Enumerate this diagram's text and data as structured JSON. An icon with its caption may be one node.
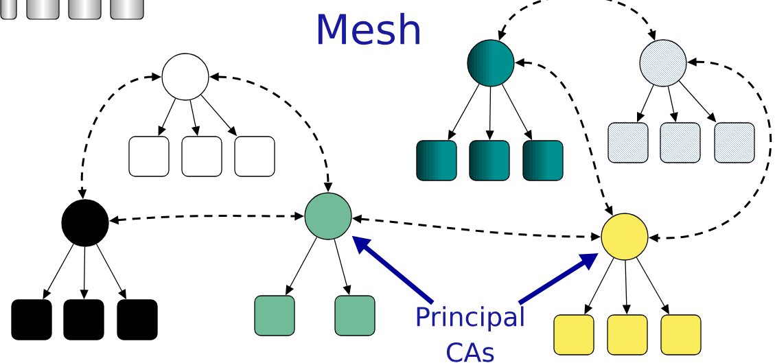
{
  "diagram": {
    "title": "Mesh",
    "nodes": [
      {
        "text": [],
        "shape": "circle"
      },
      {
        "text": [],
        "shape": "box"
      },
      {
        "text": [],
        "shape": "box"
      },
      {
        "text": [],
        "shape": "box"
      },
      {
        "text": [],
        "shape": "circle"
      },
      {
        "text": [],
        "shape": "box"
      },
      {
        "text": [],
        "shape": "box"
      },
      {
        "text": [],
        "shape": "box"
      },
      {
        "text": [],
        "shape": "circle"
      },
      {
        "text": [],
        "shape": "box"
      },
      {
        "text": [],
        "shape": "box"
      },
      {
        "text": [],
        "shape": "circle"
      },
      {
        "text": [],
        "shape": "box"
      },
      {
        "text": [],
        "shape": "box"
      },
      {
        "text": [],
        "shape": "box"
      },
      {
        "text": [],
        "shape": "circle"
      },
      {
        "text": [],
        "shape": "box"
      },
      {
        "text": [],
        "shape": "box"
      },
      {
        "text": [],
        "shape": "box"
      },
      {
        "text": [],
        "shape": "circle"
      },
      {
        "text": [],
        "shape": "box"
      },
      {
        "text": [],
        "shape": "box"
      },
      {
        "text": [],
        "shape": "box"
      },
      {
        "text": [
          "Principal CAs"
        ]
      }
    ],
    "edges": [
      {
        "from": 0,
        "to": 1,
        "arrow": "to"
      },
      {
        "from": 0,
        "to": 2,
        "arrow": "to"
      },
      {
        "from": 0,
        "to": 3,
        "arrow": "to"
      },
      {
        "from": 4,
        "to": 5,
        "arrow": "to"
      },
      {
        "from": 4,
        "to": 6,
        "arrow": "to"
      },
      {
        "from": 4,
        "to": 7,
        "arrow": "to"
      },
      {
        "from": 8,
        "to": 9,
        "arrow": "to"
      },
      {
        "from": 8,
        "to": 10,
        "arrow": "to"
      },
      {
        "from": 11,
        "to": 12,
        "arrow": "to"
      },
      {
        "from": 11,
        "to": 13,
        "arrow": "to"
      },
      {
        "from": 11,
        "to": 14,
        "arrow": "to"
      },
      {
        "from": 15,
        "to": 16,
        "arrow": "to"
      },
      {
        "from": 15,
        "to": 17,
        "arrow": "to"
      },
      {
        "from": 15,
        "to": 18,
        "arrow": "to"
      },
      {
        "from": 19,
        "to": 20,
        "arrow": "to"
      },
      {
        "from": 19,
        "to": 21,
        "arrow": "to"
      },
      {
        "from": 19,
        "to": 22,
        "arrow": "to"
      },
      {
        "from": 0,
        "to": 4,
        "arrow": "both",
        "style": "dashed"
      },
      {
        "from": 0,
        "to": 8,
        "arrow": "both",
        "style": "dashed"
      },
      {
        "from": 4,
        "to": 8,
        "arrow": "both",
        "style": "dashed"
      },
      {
        "from": 8,
        "to": 19,
        "arrow": "both",
        "style": "dashed"
      },
      {
        "from": 11,
        "to": 15,
        "arrow": "both",
        "style": "dashed"
      },
      {
        "from": 11,
        "to": 19,
        "arrow": "both",
        "style": "dashed"
      },
      {
        "from": 15,
        "to": 19,
        "arrow": "both",
        "style": "dashed"
      },
      {
        "from": 23,
        "to": 8,
        "arrow": "to",
        "style": "thick",
        "color": "#000099"
      },
      {
        "from": 23,
        "to": 19,
        "arrow": "to",
        "style": "thick",
        "color": "#000099"
      }
    ]
  }
}
